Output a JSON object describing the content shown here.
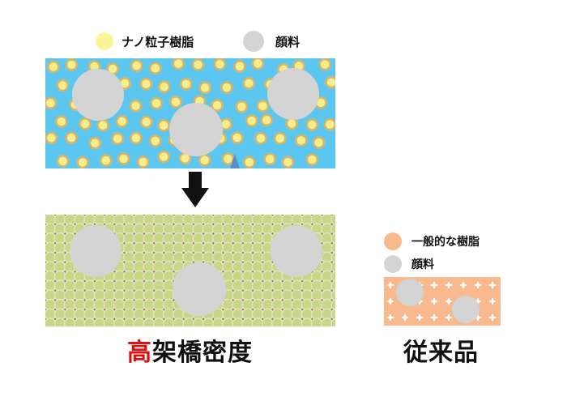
{
  "top_legend": {
    "nano_resin": {
      "label": "ナノ粒子樹脂",
      "color": "#fbf59a",
      "icon": "yellow-circle"
    },
    "pigment": {
      "label": "顔料",
      "color": "#d4d4d4",
      "icon": "gray-circle"
    }
  },
  "right_legend": {
    "resin": {
      "label": "一般的な樹脂",
      "color": "#f7b98d",
      "icon": "orange-circle"
    },
    "pigment": {
      "label": "顔料",
      "color": "#d4d4d4",
      "icon": "gray-circle"
    }
  },
  "captions": {
    "high_crosslink_first_char": "高",
    "high_crosslink_rest": "架橋密度",
    "conventional": "従来品"
  },
  "colors": {
    "emulsion_bg": "#5bc7f0",
    "nano_particle_core": "#f4ef8c",
    "nano_particle_ring": "#d8b46a",
    "dense_film_bg": "#e8e6c0",
    "dense_particle": "#c8d68a",
    "pigment": "#d4d4d4",
    "conventional_bg": "#f7b98d",
    "accent_red": "#e01010",
    "arrow": "#111111"
  }
}
